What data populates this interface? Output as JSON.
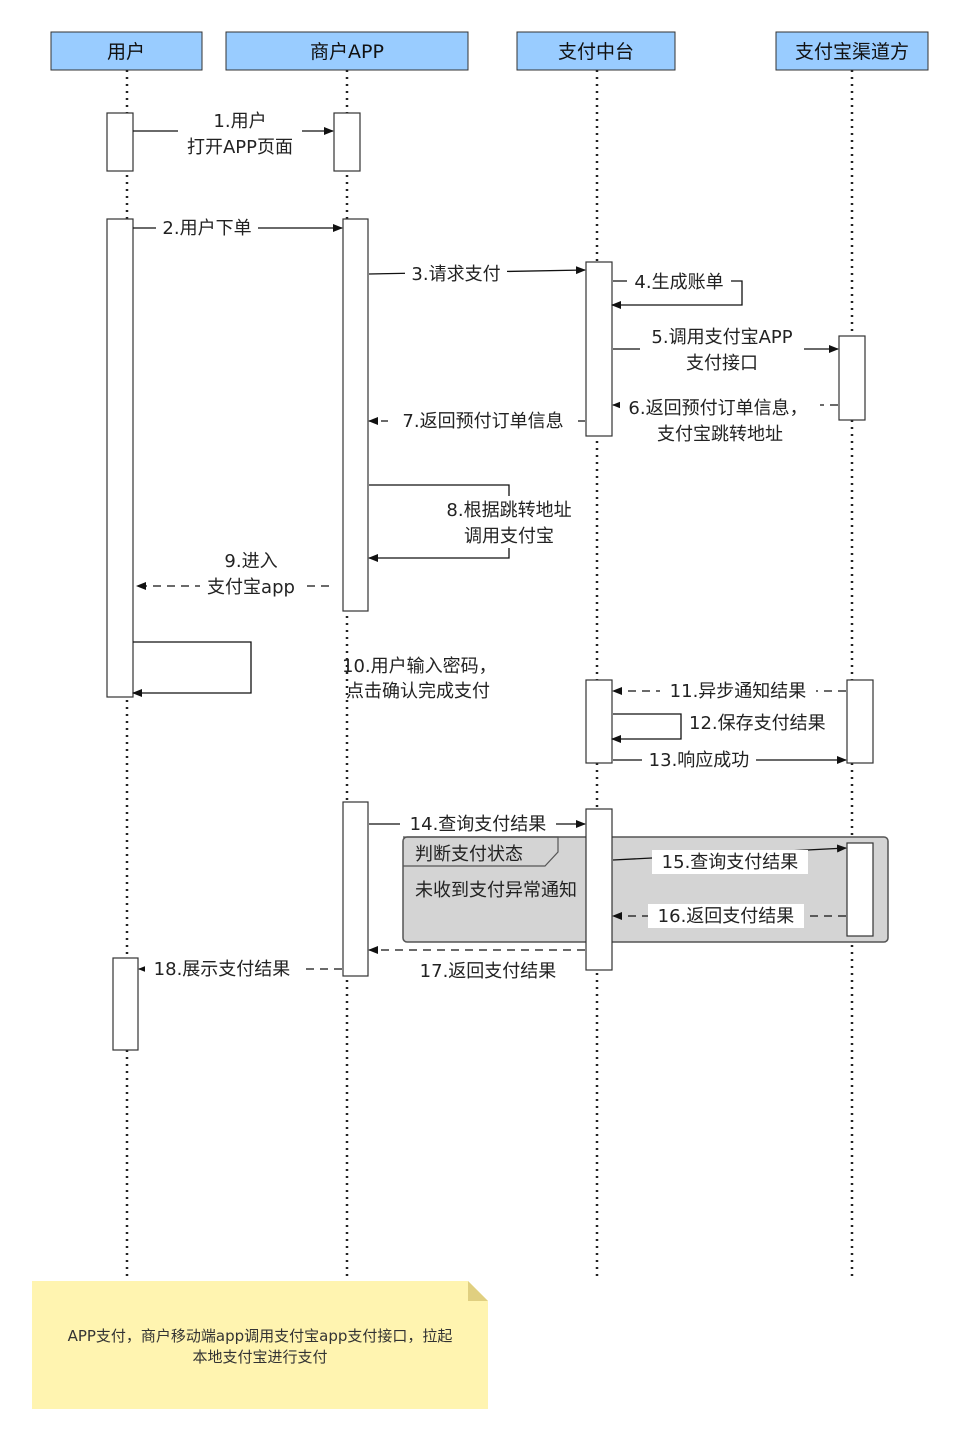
{
  "participants": [
    "用户",
    "商户APP",
    "支付中台",
    "支付宝渠道方"
  ],
  "messages": {
    "m1": [
      "1.用户",
      "打开APP页面"
    ],
    "m2": "2.用户下单",
    "m3": "3.请求支付",
    "m4": "4.生成账单",
    "m5": [
      "5.调用支付宝APP",
      "支付接口"
    ],
    "m6": [
      "6.返回预付订单信息，",
      "支付宝跳转地址"
    ],
    "m7": "7.返回预付订单信息",
    "m8": [
      "8.根据跳转地址",
      "调用支付宝"
    ],
    "m9": [
      "9.进入",
      "支付宝app"
    ],
    "m10": [
      "10.用户输入密码，",
      "点击确认完成支付"
    ],
    "m11": "11.异步通知结果",
    "m12": "12.保存支付结果",
    "m13": "13.响应成功",
    "m14": "14.查询支付结果",
    "m15": "15.查询支付结果",
    "m16": "16.返回支付结果",
    "m17": "17.返回支付结果",
    "m18": "18.展示支付结果"
  },
  "fragment": {
    "label": "判断支付状态",
    "condition": "未收到支付异常通知"
  },
  "note": {
    "lines": [
      "APP支付，商户移动端app调用支付宝app支付接口，拉起",
      "本地支付宝进行支付"
    ]
  },
  "colors": {
    "header_fill": "#99ccff",
    "fragment_fill": "#d4d4d4",
    "note_fill": "#fff4b0",
    "note_fold": "#e0cf80"
  }
}
